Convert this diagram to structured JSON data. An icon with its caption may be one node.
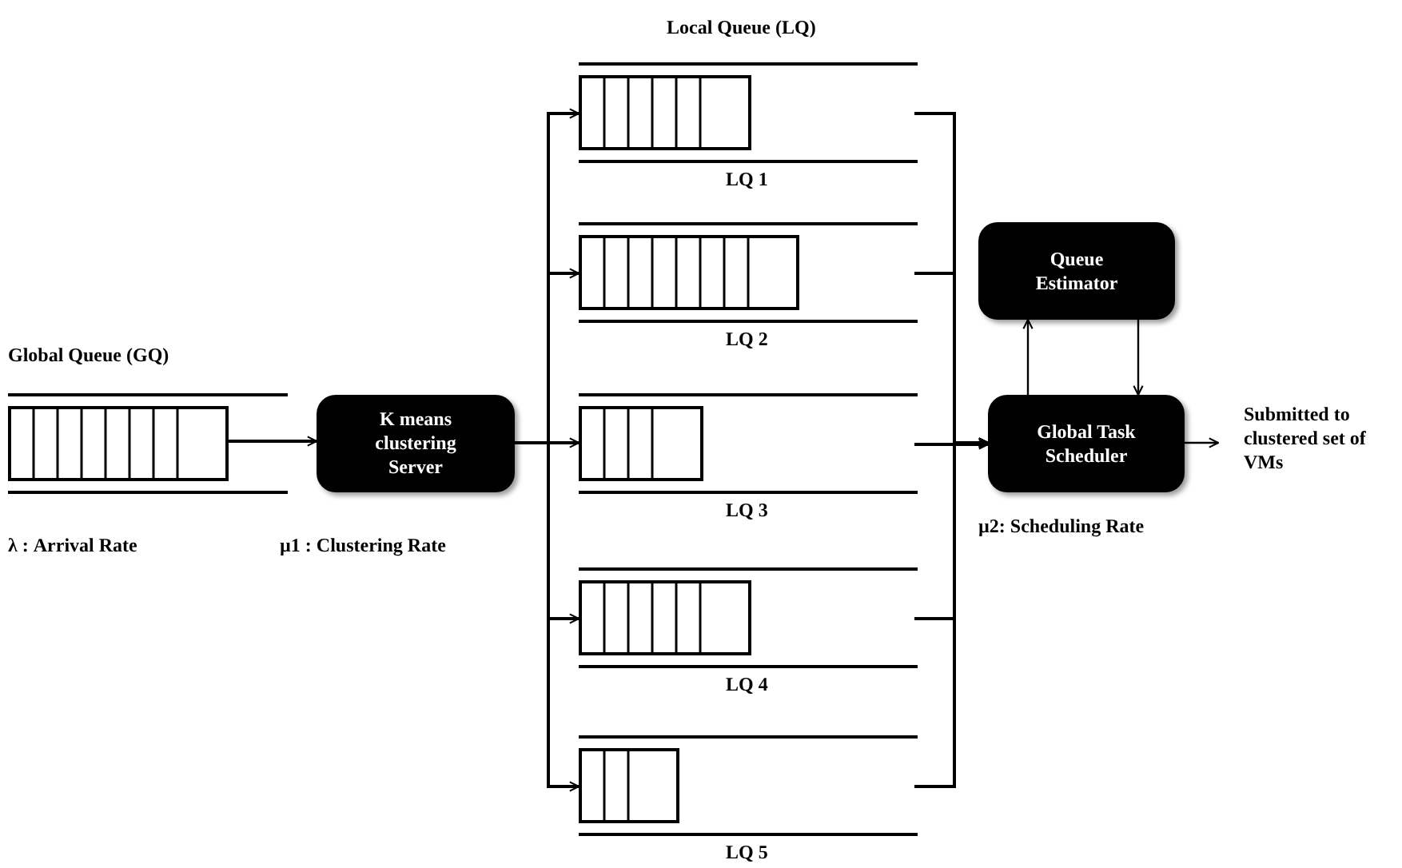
{
  "diagram": {
    "nodes": [
      {
        "text": [
          "Global Queue (GQ)"
        ],
        "beside": [
          "λ : Arrival Rate"
        ]
      },
      {
        "text": [
          "K means clustering Server"
        ],
        "beside": [
          "µ1 : Clustering Rate"
        ]
      },
      {
        "text": [
          "LQ 1"
        ]
      },
      {
        "text": [
          "LQ 2"
        ]
      },
      {
        "text": [
          "LQ 3"
        ]
      },
      {
        "text": [
          "LQ 4"
        ]
      },
      {
        "text": [
          "LQ 5"
        ]
      },
      {
        "text": [
          "Queue Estimator"
        ]
      },
      {
        "text": [
          "Global Task Scheduler"
        ],
        "beside": [
          "µ2: Scheduling Rate"
        ]
      },
      {
        "text": [
          "Submitted to clustered set of VMs"
        ]
      }
    ],
    "edges": [
      {
        "from": 0,
        "to": 1,
        "arrow": "to"
      },
      {
        "from": 1,
        "to": 2,
        "arrow": "to"
      },
      {
        "from": 1,
        "to": 3,
        "arrow": "to"
      },
      {
        "from": 1,
        "to": 4,
        "arrow": "to"
      },
      {
        "from": 1,
        "to": 5,
        "arrow": "to"
      },
      {
        "from": 1,
        "to": 6,
        "arrow": "to"
      },
      {
        "from": 2,
        "to": 8,
        "arrow": "to"
      },
      {
        "from": 3,
        "to": 8,
        "arrow": "to"
      },
      {
        "from": 4,
        "to": 8,
        "arrow": "to"
      },
      {
        "from": 5,
        "to": 8,
        "arrow": "to"
      },
      {
        "from": 6,
        "to": 8,
        "arrow": "to"
      },
      {
        "from": 8,
        "to": 7,
        "arrow": "to"
      },
      {
        "from": 7,
        "to": 8,
        "arrow": "to"
      },
      {
        "from": 8,
        "to": 9,
        "arrow": "to"
      }
    ],
    "labels": [
      "Local Queue (LQ)"
    ]
  }
}
